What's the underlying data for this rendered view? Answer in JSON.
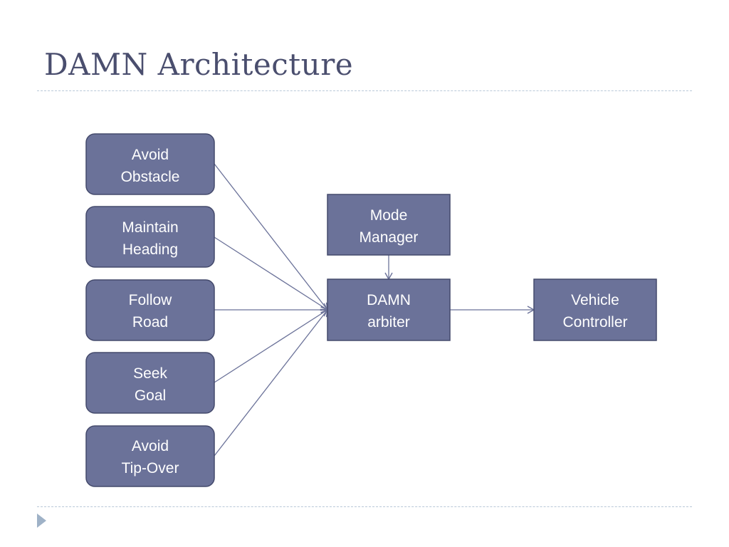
{
  "title": "DAMN Architecture",
  "behaviors": [
    {
      "line1": "Avoid",
      "line2": "Obstacle"
    },
    {
      "line1": "Maintain",
      "line2": "Heading"
    },
    {
      "line1": "Follow",
      "line2": "Road"
    },
    {
      "line1": "Seek",
      "line2": "Goal"
    },
    {
      "line1": "Avoid",
      "line2": "Tip-Over"
    }
  ],
  "mode_manager": {
    "line1": "Mode",
    "line2": "Manager"
  },
  "arbiter": {
    "line1": "DAMN",
    "line2": "arbiter"
  },
  "vehicle_controller": {
    "line1": "Vehicle",
    "line2": "Controller"
  },
  "icons": {
    "bullet": "play-triangle-icon"
  },
  "colors": {
    "node_fill": "#6b7299",
    "node_border": "#444a6c",
    "arrow": "#6b7299",
    "title": "#4a4e6e"
  }
}
